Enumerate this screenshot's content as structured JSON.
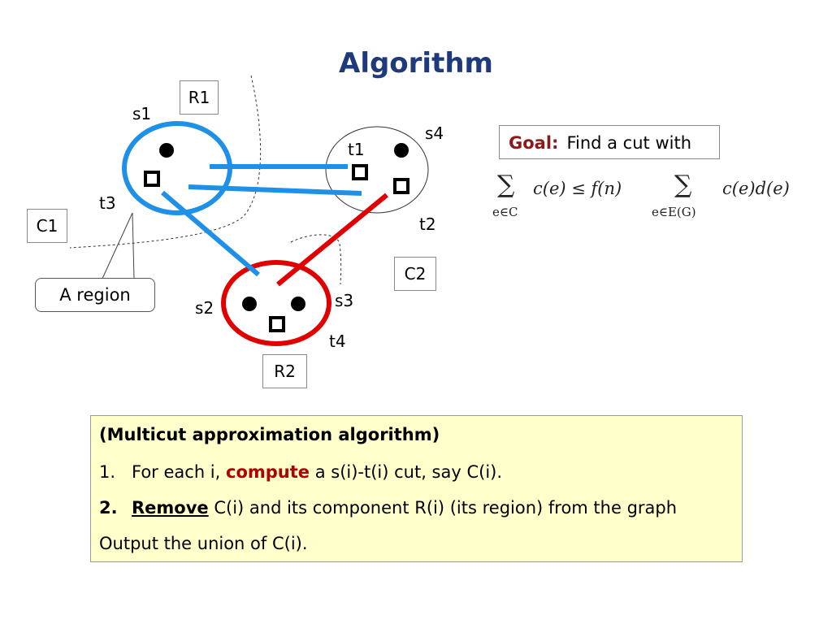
{
  "title": "Algorithm",
  "labels": {
    "s1": "s1",
    "s2": "s2",
    "s3": "s3",
    "s4": "s4",
    "t1": "t1",
    "t2": "t2",
    "t3": "t3",
    "t4": "t4"
  },
  "boxes": {
    "r1": "R1",
    "r2": "R2",
    "c1": "C1",
    "c2": "C2",
    "region": "A region"
  },
  "goal": {
    "label": "Goal:",
    "text": "Find a cut with"
  },
  "formula": {
    "sum1": "∑",
    "sub1": "e∈C",
    "term1": "c(e) ≤ f(n)",
    "sum2": "∑",
    "sub2": "e∈E(G)",
    "term2": "c(e)d(e)"
  },
  "algorithm": {
    "heading": "(Multicut approximation algorithm)",
    "step1": {
      "num": "1.",
      "pre": "For each i, ",
      "keyword": "compute",
      "post": " a s(i)-t(i) cut, say C(i)."
    },
    "step2": {
      "num": "2.",
      "keyword": "Remove",
      "post": " C(i) and its component R(i) (its region) from the graph"
    },
    "output": "Output the union of C(i)."
  },
  "colors": {
    "blue": "#1e90e8",
    "red": "#e00000",
    "title": "#1f3a7a",
    "note_bg": "#ffffcc"
  }
}
